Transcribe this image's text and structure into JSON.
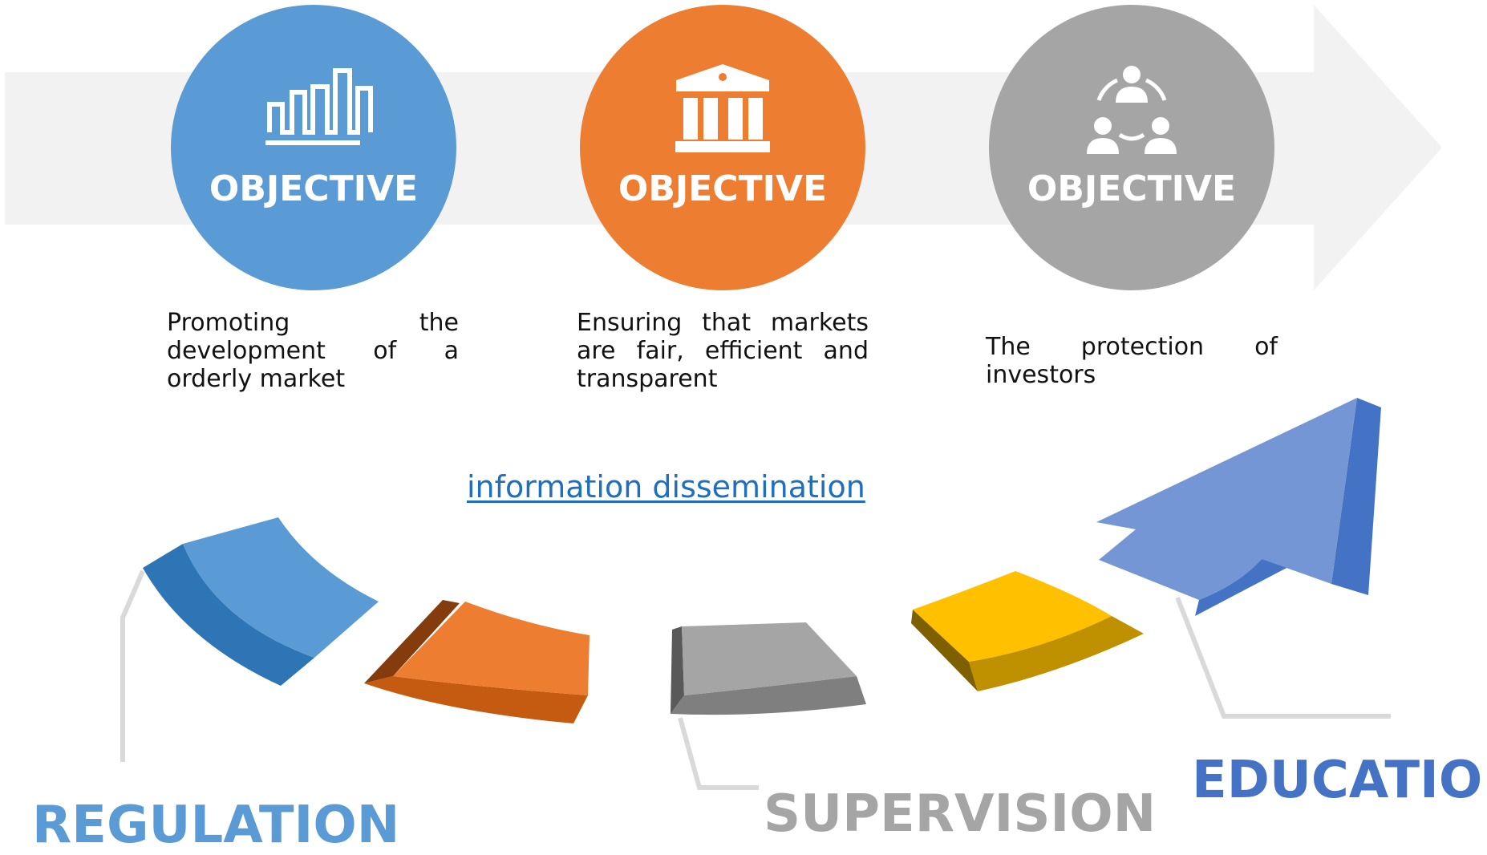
{
  "objectives": [
    {
      "heading": "OBJECTIVE",
      "icon": "bar-chart-icon",
      "color": "#5b9bd5",
      "text": "Promoting the development of a orderly market"
    },
    {
      "heading": "OBJECTIVE",
      "icon": "bank-building-icon",
      "color": "#ed7d31",
      "text": "Ensuring that markets are fair, efficient and transparent"
    },
    {
      "heading": "OBJECTIVE",
      "icon": "people-network-icon",
      "color": "#a5a5a5",
      "text": "The protection of investors"
    }
  ],
  "link": {
    "text": "information dissemination"
  },
  "categories": {
    "regulation": {
      "label": "REGULATION",
      "color": "#5b9bd5"
    },
    "supervision": {
      "label": "SUPERVISION",
      "color": "#a5a5a5"
    },
    "education": {
      "label": "EDUCATION",
      "color": "#4472c4"
    }
  },
  "colors": {
    "arrow_band": "#f2f2f2",
    "connector": "#d9d9d9",
    "blue": "#5b9bd5",
    "orange": "#ed7d31",
    "gray": "#a5a5a5",
    "yellow": "#ffc000",
    "dark_blue": "#4472c4"
  }
}
